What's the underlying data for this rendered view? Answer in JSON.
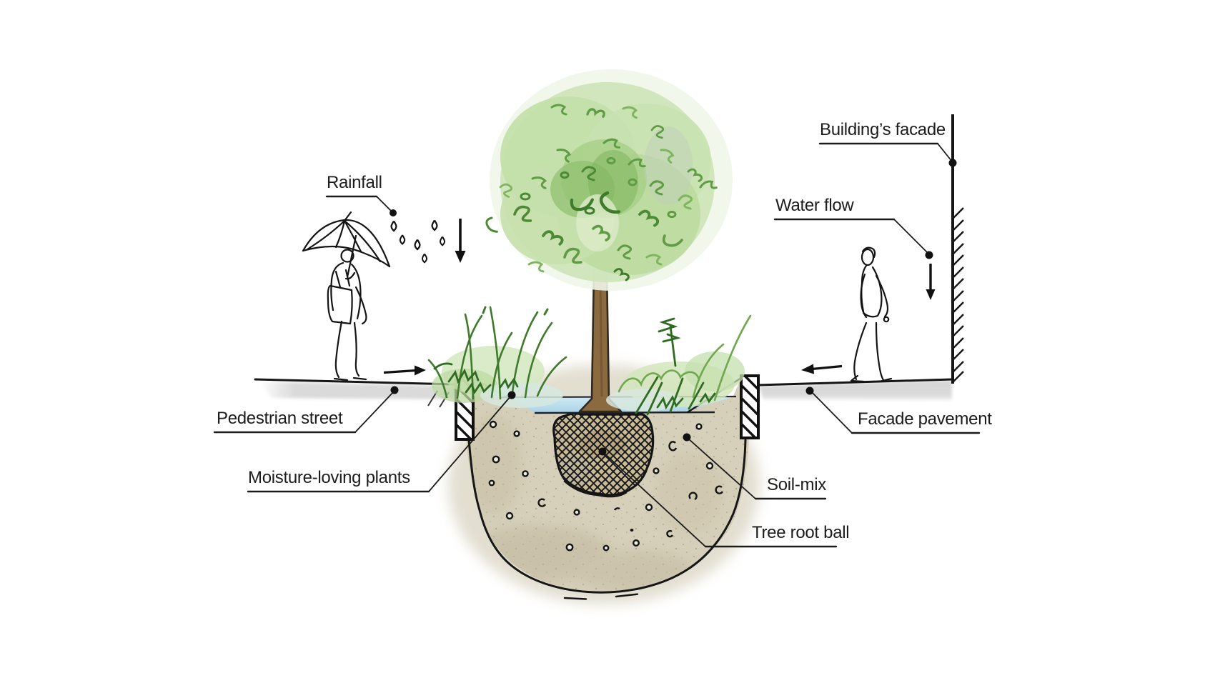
{
  "figure": {
    "type": "hand-drawn cross-section diagram",
    "subject": "Stormwater tree pit / rain garden between a pedestrian street and a building facade"
  },
  "labels": {
    "rainfall": "Rainfall",
    "buildings_facade": "Building’s facade",
    "water_flow": "Water flow",
    "pedestrian_street": "Pedestrian street",
    "moisture_loving_plants": "Moisture-loving plants",
    "facade_pavement": "Facade pavement",
    "soil_mix": "Soil-mix",
    "tree_root_ball": "Tree root ball"
  },
  "colors": {
    "ink": "#1b1b1b",
    "soil": "#d6cfba",
    "soil_spray": "#d9d3c1",
    "soil_speckle": "#b5ac92",
    "root_ball": "#c9ba98",
    "water": "#b4d8e9",
    "foliage_light": "#cfe5ba",
    "foliage_mid": "#8fbf6d",
    "foliage_stroke": "#4c8a36",
    "grass_stroke": "#3f7a2d",
    "trunk": "#8c6a40",
    "pavement_shadow": "#d6d6d6",
    "background": "#ffffff"
  }
}
